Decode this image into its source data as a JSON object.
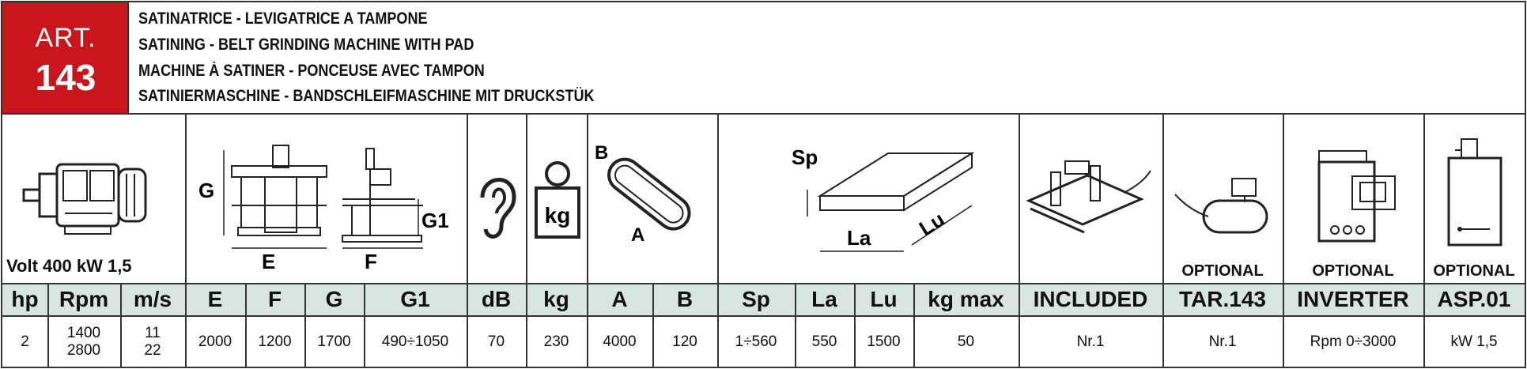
{
  "article": {
    "label": "ART.",
    "number": "143",
    "accent": "#c8161c"
  },
  "titles": [
    "SATINATRICE - LEVIGATRICE A TAMPONE",
    "SATINING - BELT GRINDING MACHINE WITH PAD",
    "MACHINE À SATINER - PONCEUSE  AVEC TAMPON",
    "SATINIERMASCHINE - BANDSCHLEIFMASCHINE MIT DRUCKSTÜK"
  ],
  "motor": {
    "label": "Volt 400 kW 1,5"
  },
  "diagram_labels": {
    "front_g": "G",
    "front_e": "E",
    "side_g1": "G1",
    "side_f": "F",
    "weight": "kg",
    "belt_b": "B",
    "belt_a": "A",
    "panel_sp": "Sp",
    "panel_la": "La",
    "panel_lu": "Lu"
  },
  "optional_label": "OPTIONAL",
  "headers": [
    "hp",
    "Rpm",
    "m/s",
    "E",
    "F",
    "G",
    "G1",
    "dB",
    "kg",
    "A",
    "B",
    "Sp",
    "La",
    "Lu",
    "kg max",
    "INCLUDED",
    "TAR.143",
    "INVERTER",
    "ASP.01"
  ],
  "values": [
    [
      "2"
    ],
    [
      "1400",
      "2800"
    ],
    [
      "11",
      "22"
    ],
    [
      "2000"
    ],
    [
      "1200"
    ],
    [
      "1700"
    ],
    [
      "490÷1050"
    ],
    [
      "70"
    ],
    [
      "230"
    ],
    [
      "4000"
    ],
    [
      "120"
    ],
    [
      "1÷560"
    ],
    [
      "550"
    ],
    [
      "1500"
    ],
    [
      "50"
    ],
    [
      "Nr.1"
    ],
    [
      "Nr.1"
    ],
    [
      "Rpm 0÷3000"
    ],
    [
      "kW 1,5"
    ]
  ],
  "colors": {
    "header_bg": "#d8e5e2",
    "border": "#333333"
  }
}
